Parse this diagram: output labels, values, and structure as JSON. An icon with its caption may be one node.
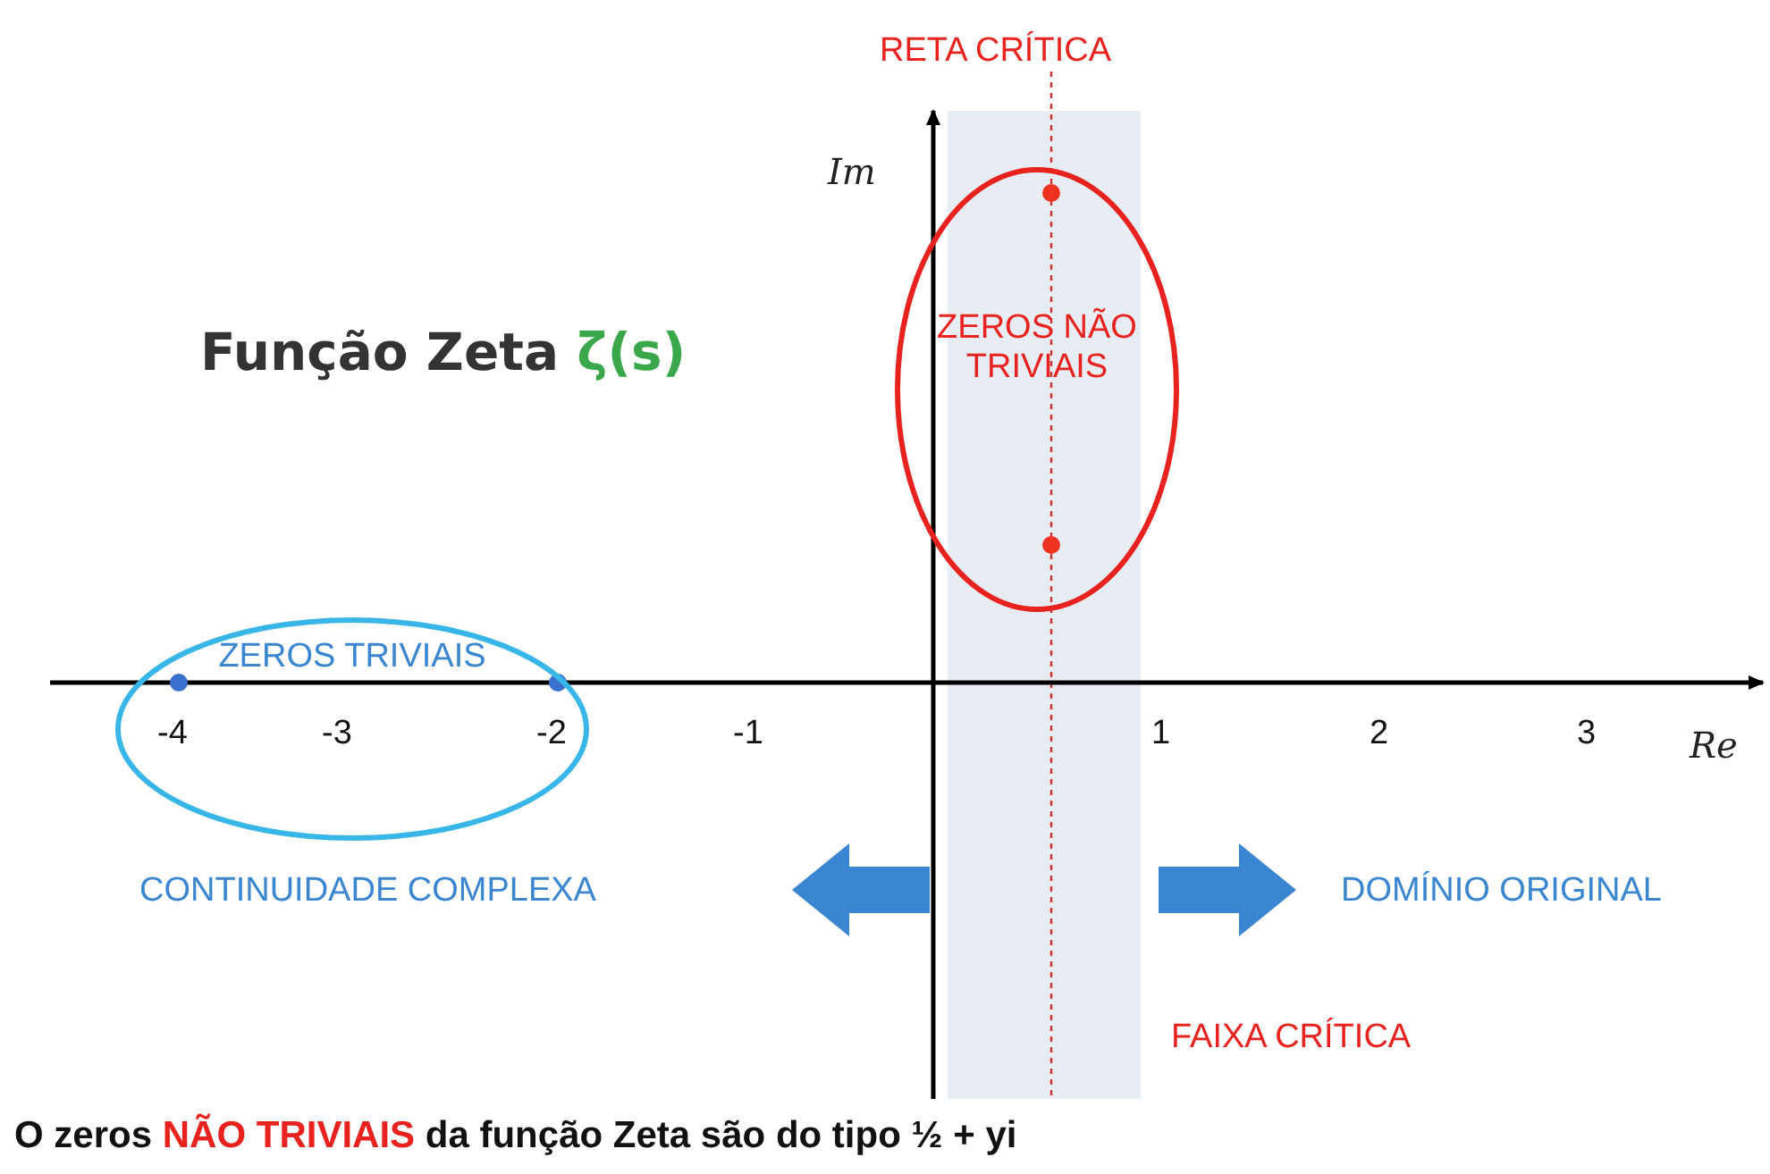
{
  "diagram": {
    "title": "Função Zeta *ζ(s)*",
    "caption": "O zeros **NÃO TRIVIAIS** da função Zeta são do tipo ½ + yi",
    "nodes": [
      {
        "text": [
          "ZEROS NÃO TRIVIAIS"
        ]
      },
      {
        "text": [
          "ZEROS TRIVIAIS"
        ]
      }
    ],
    "labels": [
      "RETA CRÍTICA",
      "Im",
      "-4",
      "-3",
      "-2",
      "-1",
      "1",
      "2",
      "3",
      "Re",
      "CONTINUIDADE COMPLEXA",
      "DOMÍNIO ORIGINAL",
      "FAIXA CRÍTICA"
    ]
  }
}
